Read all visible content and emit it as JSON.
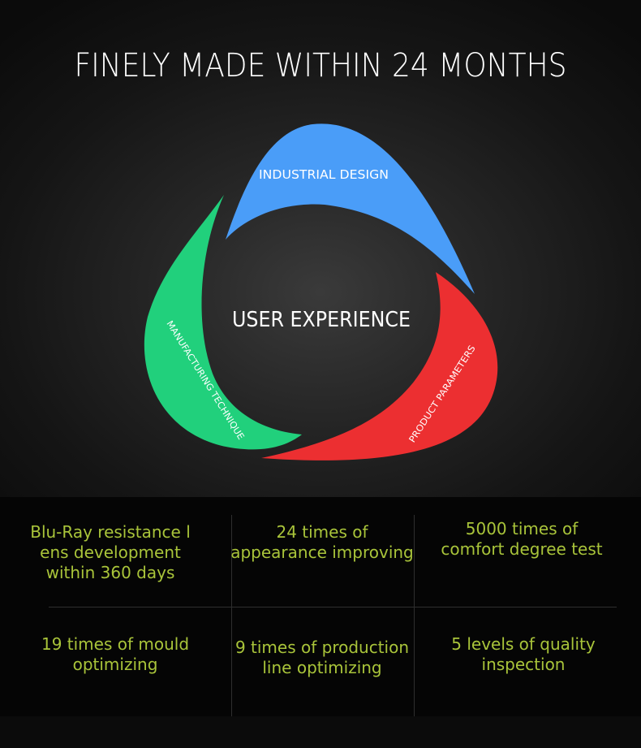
{
  "headline": "FINELY MADE WITHIN 24 MONTHS",
  "diagram": {
    "center": "USER EXPERIENCE",
    "segments": [
      {
        "label": "INDUSTRIAL DESIGN",
        "color": "#4a9df8"
      },
      {
        "label": "PRODUCT PARAMETERS",
        "color": "#ec2f31"
      },
      {
        "label": "MANUFACTURING TECHNIQUE",
        "color": "#21d07c"
      }
    ]
  },
  "facts": {
    "row1": [
      {
        "lines": [
          "Blu-Ray resistance l",
          "ens development",
          "within 360 days"
        ]
      },
      {
        "lines": [
          "24 times of",
          "appearance improving"
        ]
      },
      {
        "lines": [
          "5000 times of",
          "comfort degree test"
        ]
      }
    ],
    "row2": [
      {
        "lines": [
          "19 times of mould",
          "optimizing"
        ]
      },
      {
        "lines": [
          "9 times of production",
          "line optimizing"
        ]
      },
      {
        "lines": [
          "5 levels of quality",
          "inspection"
        ]
      }
    ]
  },
  "colors": {
    "accent_text": "#a9c43a",
    "background": "#0b0b0b"
  }
}
